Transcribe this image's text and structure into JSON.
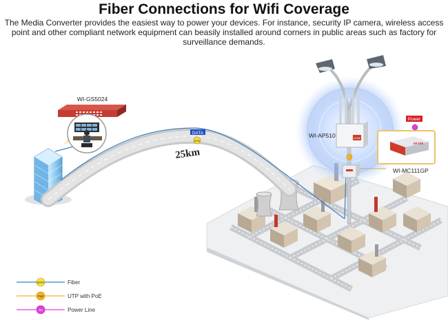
{
  "title": "Fiber Connections for Wifi Coverage",
  "description": "The Media Converter provides the easiest way to power your devices. For instance, security IP camera, wireless access point and other compliant network equipment can beasily installed around corners in public areas such as factory for surveillance demands.",
  "devices": {
    "switch_label": "WI-GS5024",
    "ap_label": "WI-AP510",
    "converter_label": "WI-MC111GP",
    "converter_brand": "wi-tek",
    "ap_brand": "wi-tek"
  },
  "link": {
    "distance": "25km",
    "tag_data": "DATA",
    "tag_power": "Power"
  },
  "legend": [
    {
      "badge": "DATA",
      "label": "Fiber",
      "color": "#3b7fc4"
    },
    {
      "badge": "PoE",
      "label": "UTP with PoE",
      "color": "#f2b320"
    },
    {
      "badge": "AC",
      "label": "Power Line",
      "color": "#e040d8"
    }
  ],
  "colors": {
    "fiber": "#3b7fc4",
    "poe": "#f2b320",
    "power": "#e040d8",
    "brand_red": "#d23a2a"
  }
}
